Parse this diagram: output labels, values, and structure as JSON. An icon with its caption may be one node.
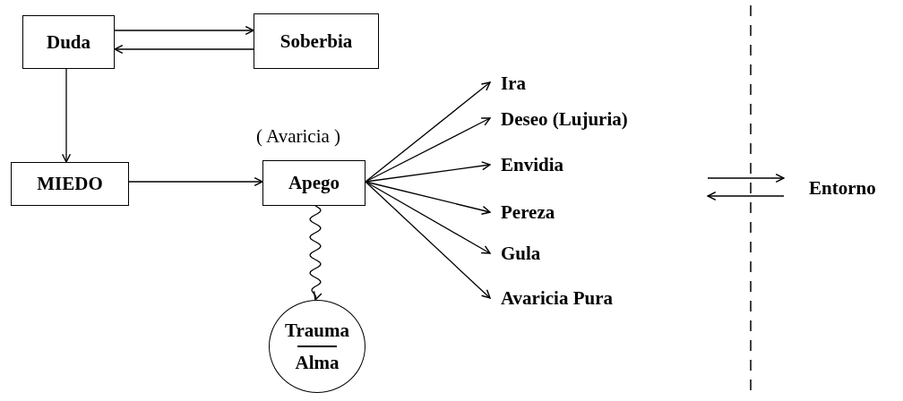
{
  "diagram": {
    "nodes": [
      {
        "text": [
          "Duda"
        ]
      },
      {
        "text": [
          "Soberbia"
        ]
      },
      {
        "text": [
          "MIEDO"
        ]
      },
      {
        "text": [
          "Apego"
        ],
        "beside": [
          "( Avaricia )"
        ]
      },
      {
        "text": [
          "Trauma",
          "Alma"
        ]
      },
      {
        "text": [
          "Ira"
        ]
      },
      {
        "text": [
          "Deseo (Lujuria)"
        ]
      },
      {
        "text": [
          "Envidia"
        ]
      },
      {
        "text": [
          "Pereza"
        ]
      },
      {
        "text": [
          "Gula"
        ]
      },
      {
        "text": [
          "Avaricia Pura"
        ]
      },
      {
        "text": [
          "Entorno"
        ]
      }
    ],
    "edges": [
      {
        "from": 0,
        "to": 1,
        "arrow": "to"
      },
      {
        "from": 1,
        "to": 0,
        "arrow": "to"
      },
      {
        "from": 0,
        "to": 2,
        "arrow": "to"
      },
      {
        "from": 2,
        "to": 3,
        "arrow": "to"
      },
      {
        "from": 3,
        "to": 4,
        "arrow": "to"
      },
      {
        "from": 3,
        "to": 5,
        "arrow": "to"
      },
      {
        "from": 3,
        "to": 6,
        "arrow": "to"
      },
      {
        "from": 3,
        "to": 7,
        "arrow": "to"
      },
      {
        "from": 3,
        "to": 8,
        "arrow": "to"
      },
      {
        "from": 3,
        "to": 9,
        "arrow": "to"
      },
      {
        "from": 3,
        "to": 10,
        "arrow": "to"
      },
      {
        "from": null,
        "to": 11,
        "arrow": "to"
      },
      {
        "from": 11,
        "to": null,
        "arrow": "to"
      }
    ]
  }
}
